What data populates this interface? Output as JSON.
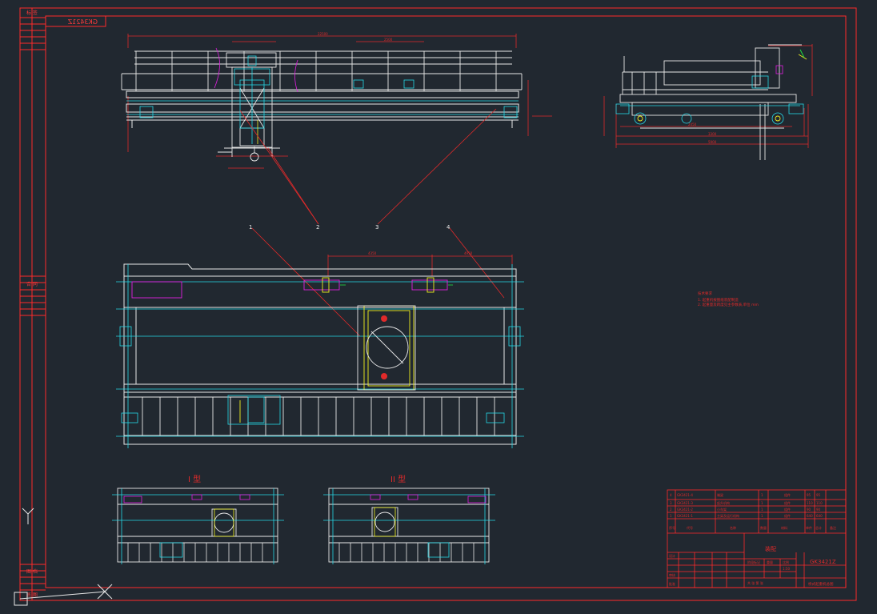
{
  "app": {
    "background": "#212830"
  },
  "colors": {
    "frame": "#ff2a2a",
    "white": "#e8e8e8",
    "cyan": "#26d7e6",
    "yellow": "#f0f020",
    "magenta": "#e020e0",
    "green": "#20e040",
    "red_leader": "#e02a2a"
  },
  "drawing_code_mirrored": "GK3421Z",
  "left_strip": {
    "top_label": "标 签",
    "mid_label": "合 同",
    "bottom_label": "图 档",
    "bottom_label2": "底 图"
  },
  "balloons": [
    "1",
    "2",
    "3",
    "4"
  ],
  "section_views": {
    "view1": "I 型",
    "view2": "II 型"
  },
  "tech_notes": {
    "title": "技术要求",
    "line1": "1. 起重机按图纸装配制造",
    "line2": "2. 起重量及跨度见主参数表,单位 mm"
  },
  "title_block": {
    "parts": [
      {
        "no": "4",
        "code": "GK3421-4",
        "name": "端梁",
        "qty": "1",
        "mat": "组件",
        "wt": "95",
        "total": "95"
      },
      {
        "no": "3",
        "code": "GK3421-3",
        "name": "起升机构",
        "qty": "1",
        "mat": "组件",
        "wt": "110",
        "total": "110"
      },
      {
        "no": "2",
        "code": "GK3421-2",
        "name": "小车架",
        "qty": "1",
        "mat": "组件",
        "wt": "90",
        "total": "90"
      },
      {
        "no": "1",
        "code": "GK3421-1",
        "name": "主梁及运行机构",
        "qty": "1",
        "mat": "组件",
        "wt": "640",
        "total": "640"
      }
    ],
    "header": {
      "no": "序号",
      "code": "代号",
      "name": "名称",
      "qty": "数量",
      "mat": "材料",
      "wt": "单件",
      "total": "总计",
      "remark": "备注"
    },
    "drawing_title": "装配",
    "drawing_number": "GK3421Z",
    "drawing_name": "桥式起重机总图",
    "scale_label": "比例",
    "scale_value": "1:50",
    "sheet_label": "共 张 第 张",
    "designer": "设计",
    "checker": "审核",
    "approver": "批准",
    "stage": "阶段标记",
    "weight": "重量"
  },
  "dims": {
    "top_span": "22500",
    "top_trolley": "2500",
    "plan_span1": "4350",
    "plan_span2": "4950",
    "side_overall": "5900",
    "side_base": "3300",
    "side_gauge": "2450"
  }
}
